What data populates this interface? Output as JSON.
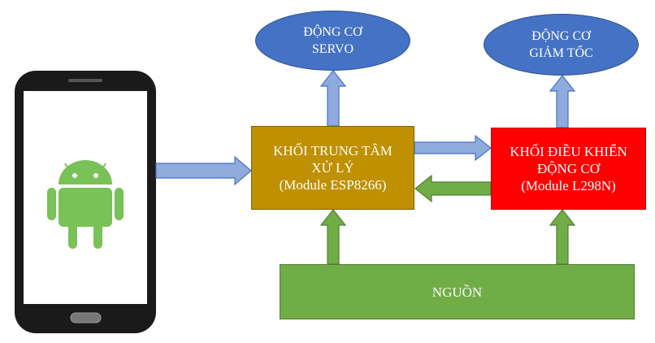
{
  "nodes": {
    "servo": {
      "lines": [
        "ĐỘNG CƠ",
        "SERVO"
      ]
    },
    "gearmotor": {
      "lines": [
        "ĐỘNG CƠ",
        "GIẢM TỐC"
      ]
    },
    "cpu": {
      "lines": [
        "KHỐI TRUNG TÂM",
        "XỬ LÝ",
        "(Module ESP8266)"
      ]
    },
    "driver": {
      "lines": [
        "KHỐI ĐIỀU KHIỂN",
        "ĐỘNG CƠ",
        "(Module L298N)"
      ]
    },
    "power": {
      "label": "NGUỒN"
    }
  },
  "colors": {
    "cpu": "#bf9000",
    "driver": "#ff0000",
    "power": "#70ad47",
    "ellipse": "#4472c4",
    "data_arrow": "#8faadc",
    "power_arrow": "#70ad47"
  },
  "icons": {
    "phone": "smartphone-icon",
    "android": "android-robot-icon"
  }
}
